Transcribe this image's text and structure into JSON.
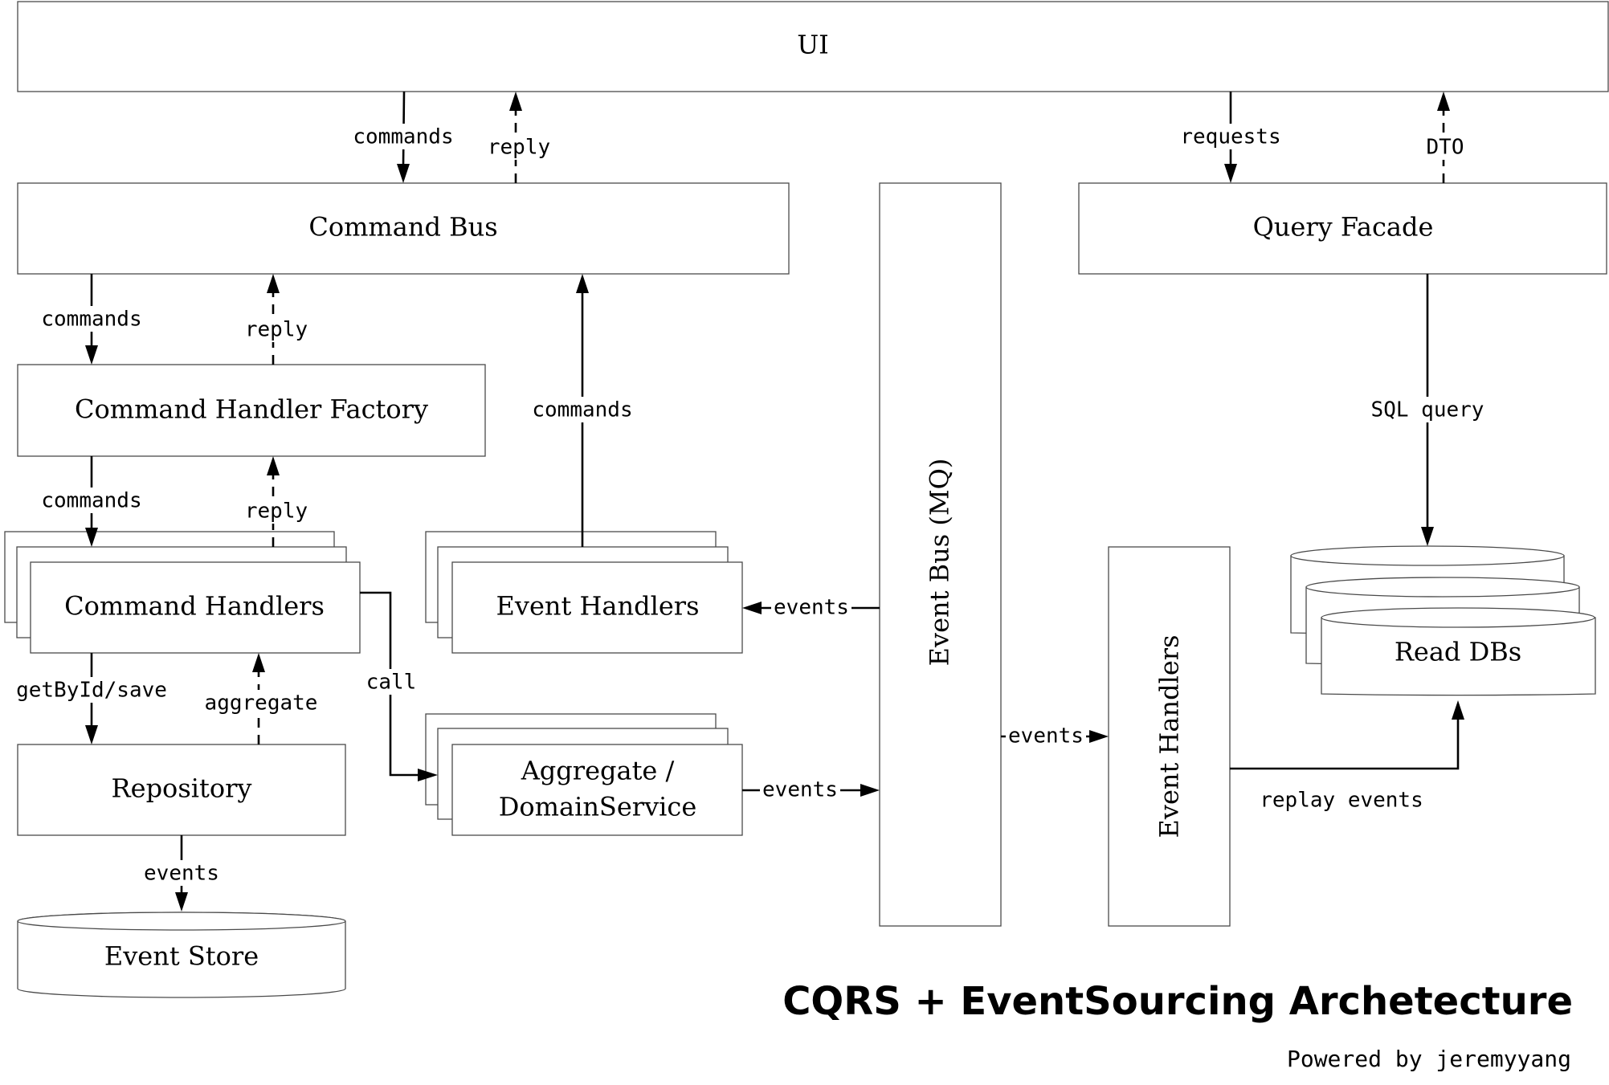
{
  "nodes": {
    "ui": "UI",
    "command_bus": "Command Bus",
    "query_facade": "Query Facade",
    "command_handler_factory": "Command Handler Factory",
    "command_handlers": "Command Handlers",
    "event_handlers_left": "Event Handlers",
    "event_bus": "Event Bus (MQ)",
    "event_handlers_right": "Event Handlers",
    "read_dbs": "Read DBs",
    "aggregate_line1": "Aggregate /",
    "aggregate_line2": "DomainService",
    "repository": "Repository",
    "event_store": "Event Store"
  },
  "edges": {
    "ui_to_command_bus": "commands",
    "command_bus_to_ui": "reply",
    "ui_to_query_facade": "requests",
    "query_facade_to_ui": "DTO",
    "bus_to_factory": "commands",
    "factory_to_bus": "reply",
    "factory_to_handlers": "commands",
    "handlers_to_factory": "reply",
    "event_handlers_to_bus": "commands",
    "query_to_read_dbs": "SQL query",
    "bus_to_event_handlers": "events",
    "handlers_to_aggregate": "call",
    "handlers_to_repository": "getById/save",
    "repository_to_handlers": "aggregate",
    "aggregate_to_event_bus": "events",
    "event_bus_to_right_handlers": "events",
    "right_handlers_to_read_dbs": "replay events",
    "repository_to_event_store": "events"
  },
  "title": "CQRS + EventSourcing Archetecture",
  "credit": "Powered by jeremyyang"
}
